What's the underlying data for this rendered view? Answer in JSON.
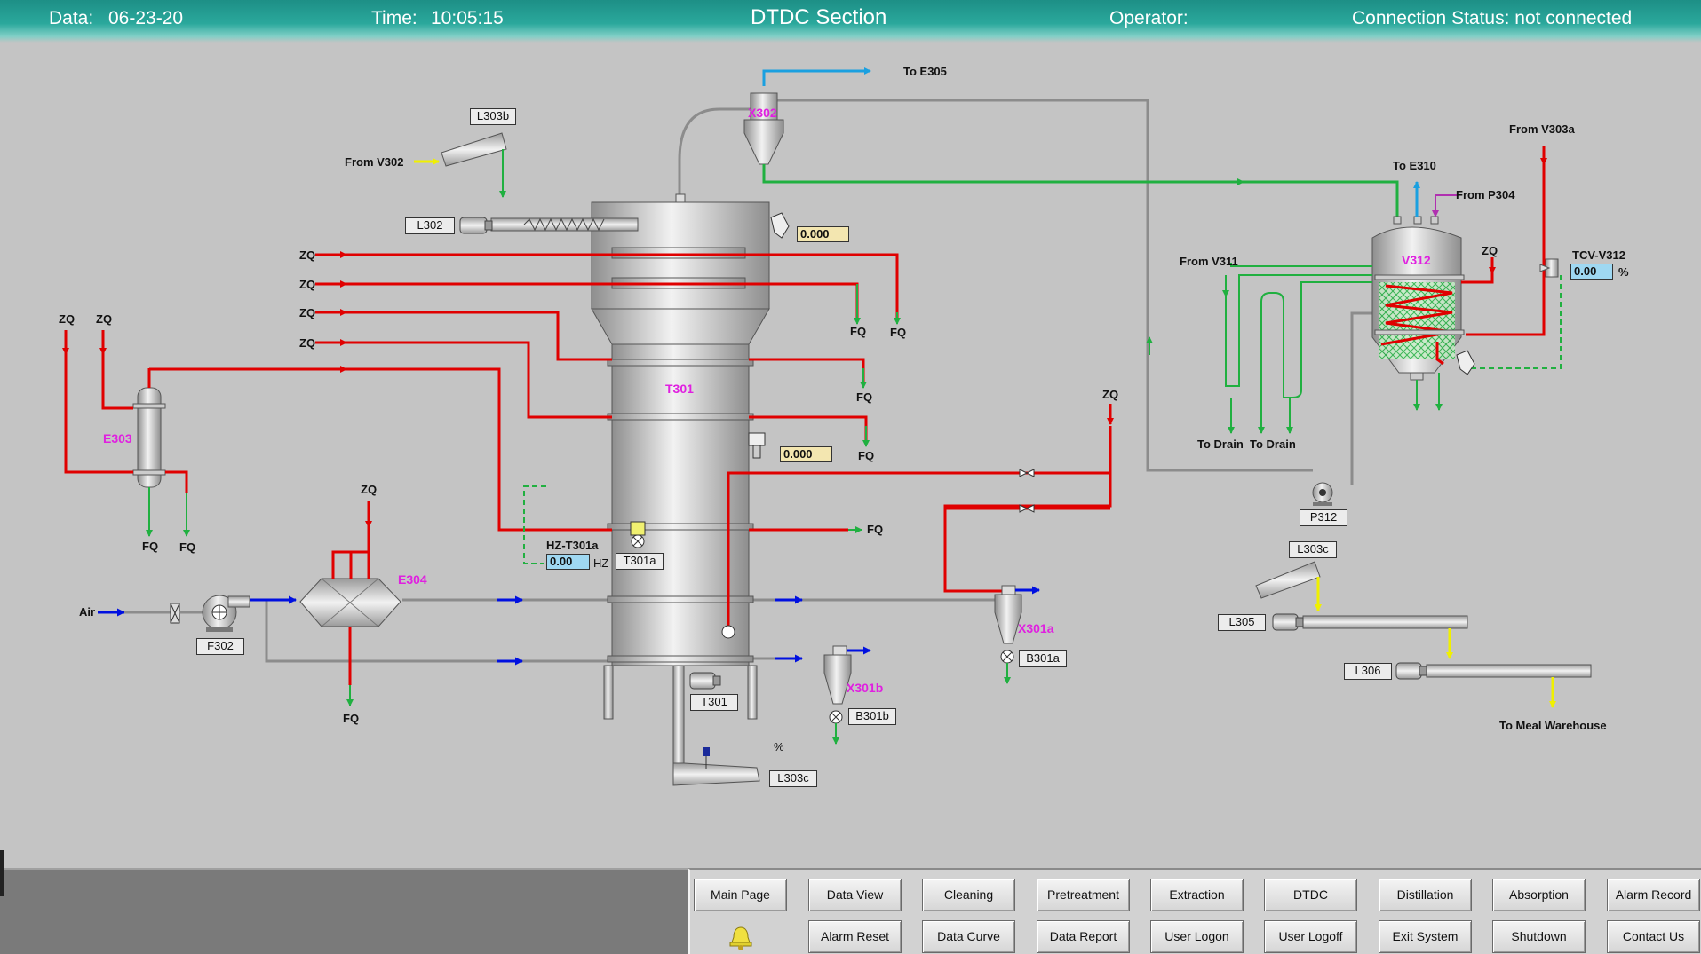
{
  "header": {
    "date_label": "Data:",
    "date_value": "06-23-20",
    "time_label": "Time:",
    "time_value": "10:05:15",
    "title": "DTDC Section",
    "operator_label": "Operator:",
    "connection_label": "Connection Status: not connected"
  },
  "equipment": {
    "t301": "T301",
    "x302": "X302",
    "e303": "E303",
    "e304": "E304",
    "v312": "V312",
    "x301a": "X301a",
    "x301b": "X301b"
  },
  "tags": {
    "l303b": "L303b",
    "l302": "L302",
    "f302": "F302",
    "t301a": "T301a",
    "t301_motor": "T301",
    "b301a": "B301a",
    "b301b": "B301b",
    "l303c_bottom": "L303c",
    "p312": "P312",
    "l303c_right": "L303c",
    "l305": "L305",
    "l306": "L306"
  },
  "readouts": {
    "top_value": "0.000",
    "mid_value": "0.000",
    "hz_label": "HZ-T301a",
    "hz_value": "0.00",
    "hz_unit": "HZ",
    "tcv_label": "TCV-V312",
    "tcv_value": "0.00",
    "tcv_unit": "%",
    "pct_symbol": "%"
  },
  "labels": {
    "to_e305": "To E305",
    "from_v302": "From V302",
    "zq": "ZQ",
    "fq": "FQ",
    "air": "Air",
    "to_e310": "To E310",
    "from_p304": "From P304",
    "from_v303a": "From V303a",
    "from_v311": "From V311",
    "to_drain": "To Drain",
    "to_meal": "To Meal Warehouse"
  },
  "nav": {
    "row1": [
      "Main Page",
      "Data View",
      "Cleaning",
      "Pretreatment",
      "Extraction",
      "DTDC",
      "Distillation",
      "Absorption",
      "Alarm Record"
    ],
    "row2": [
      "Alarm Reset",
      "Data Curve",
      "Data Report",
      "User Logon",
      "User Logoff",
      "Exit System",
      "Shutdown",
      "Contact Us"
    ]
  },
  "colors": {
    "steam": "#e00000",
    "condensate": "#20b040",
    "air": "#0010e0",
    "vapor": "#1aa0e0",
    "feed": "#f0f000",
    "magenta": "#e020e0",
    "process": "#8c8c8c"
  },
  "icons": [
    "alarm-bell-icon",
    "motor-icon",
    "valve-icon",
    "pump-icon",
    "fan-icon",
    "level-transmitter-icon"
  ]
}
